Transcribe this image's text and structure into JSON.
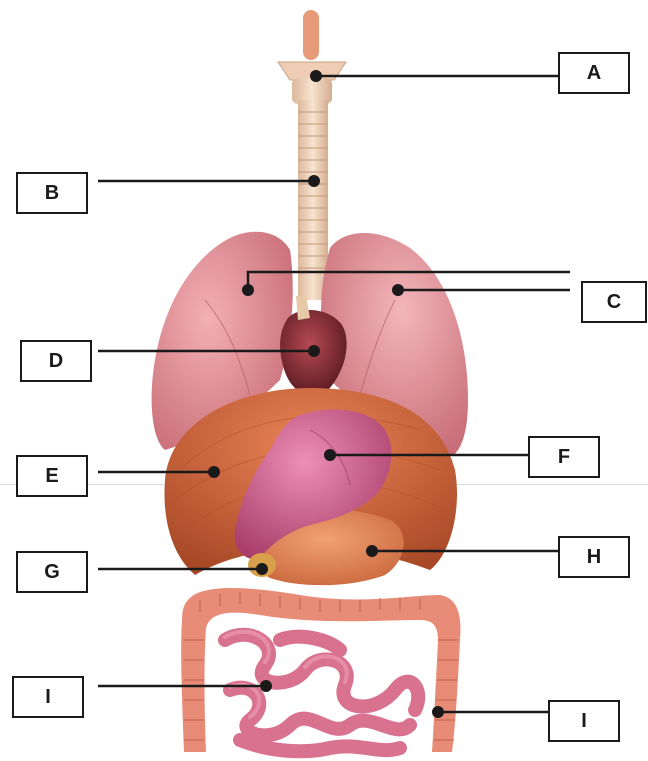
{
  "labels": {
    "A": "A",
    "B": "B",
    "C": "C",
    "D": "D",
    "E": "E",
    "F": "F",
    "G": "G",
    "H": "H",
    "I_left": "I",
    "I_right": "I"
  },
  "colors": {
    "line": "#1a1a1a",
    "lung": "#e8959a",
    "lung_dark": "#c96e78",
    "diaphragm": "#d8693f",
    "diaphragm_dark": "#b4502c",
    "stomach": "#cf5d8c",
    "trachea": "#f1d6bf",
    "intestine": "#e88c78",
    "small_intestine": "#d9728f",
    "heart": "#8e2f3a"
  },
  "icons": {
    "pointer_dot": "black-dot-icon"
  }
}
